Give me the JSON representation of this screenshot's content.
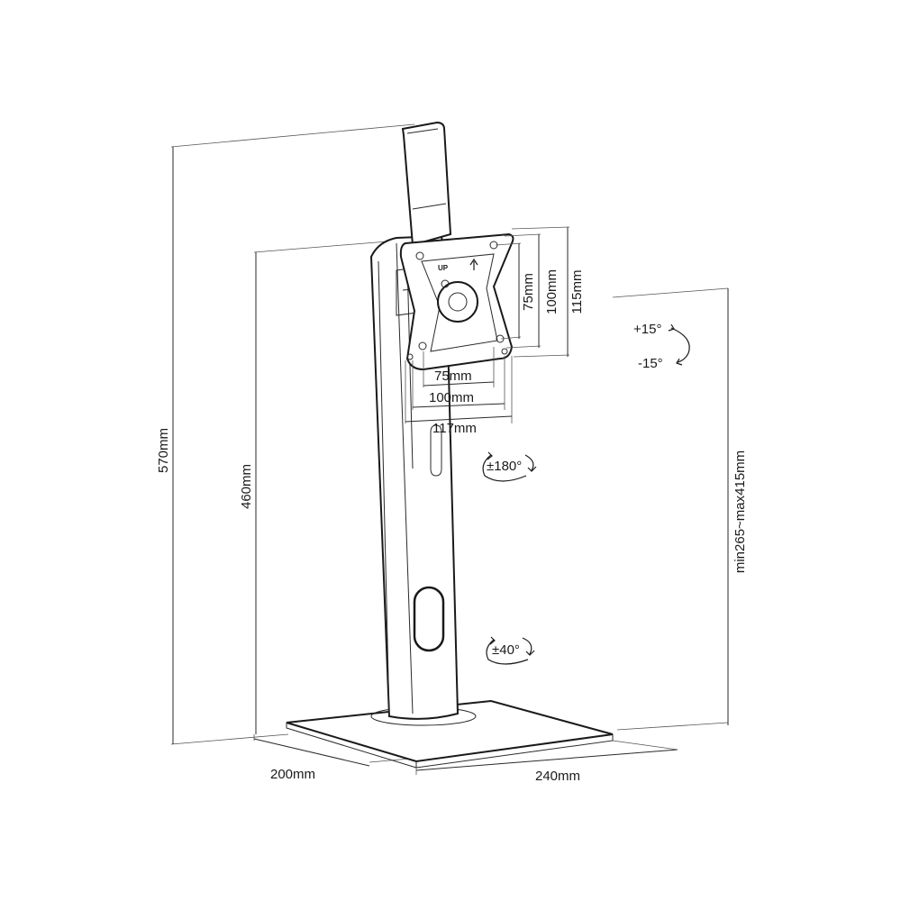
{
  "dimensions": {
    "total_height": "570mm",
    "pole_height": "460mm",
    "adjust_range": "min265~max415mm",
    "base_depth": "200mm",
    "base_width": "240mm",
    "vesa_h_75": "75mm",
    "vesa_h_100": "100mm",
    "vesa_h_117": "117mm",
    "vesa_v_75": "75mm",
    "vesa_v_100": "100mm",
    "vesa_v_115": "115mm"
  },
  "rotations": {
    "tilt_up": "+15°",
    "tilt_down": "-15°",
    "rotate": "±180°",
    "swivel": "±40°"
  },
  "plate": {
    "up_label": "UP"
  }
}
